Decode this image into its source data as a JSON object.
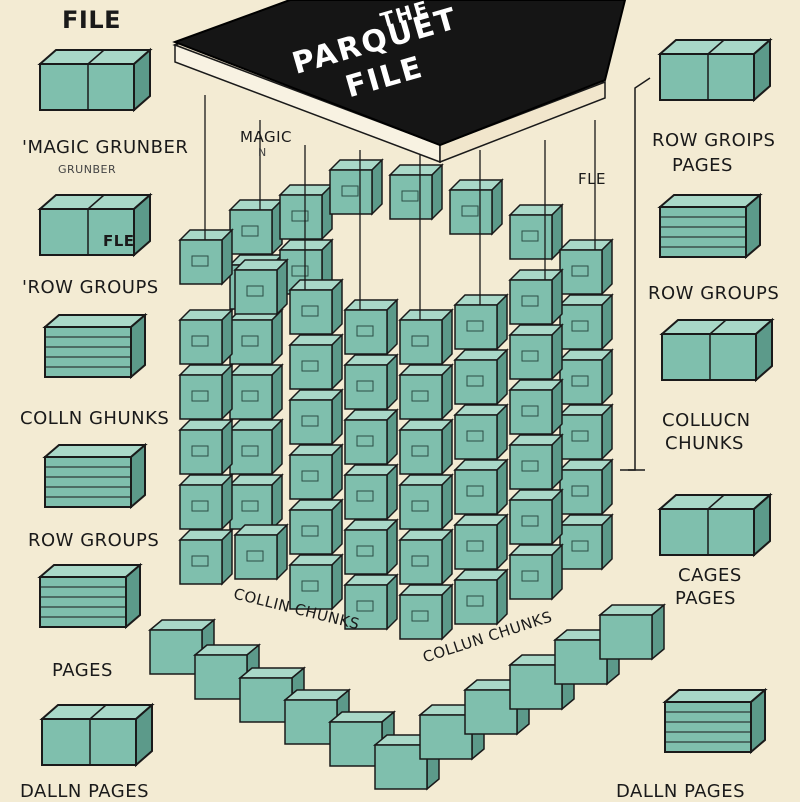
{
  "book": {
    "line1": "THE",
    "line2": "PARQUET",
    "line3": "FILE"
  },
  "left_labels": {
    "file": "FILE",
    "magic": "'MAGIC GRUNBER",
    "magic_sub": "GRUNBER",
    "file_box_text": "FLE",
    "row_groups_1": "'ROW GROUPS",
    "column_chunks": "COLLN GHUNKS",
    "row_groups_2": "ROW GROUPS",
    "pages": "PAGES",
    "bottom": "DALLN PAGES"
  },
  "right_labels": {
    "row_groups_pages_1": "ROW GROIPS",
    "row_groups_pages_2": "PAGES",
    "row_groups": "ROW GROUPS",
    "column_chunks_1": "COLLUCN",
    "column_chunks_2": "CHUNKS",
    "cages_1": "CAGES",
    "cages_2": "PAGES",
    "bottom": "DALLN PAGES"
  },
  "center_labels": {
    "magic": "MAGIC",
    "magic_sub": "N",
    "fle": "FLE",
    "collin_chunks": "COLLIN CHUNKS",
    "collun_chunks": "COLLUN CHUNKS"
  },
  "colors": {
    "background": "#f3ebd3",
    "block_top": "#a9d8c8",
    "block_front": "#7fbfad",
    "block_side": "#5c9a8a",
    "ink": "#1a1a1a",
    "book_cover": "#151515"
  }
}
